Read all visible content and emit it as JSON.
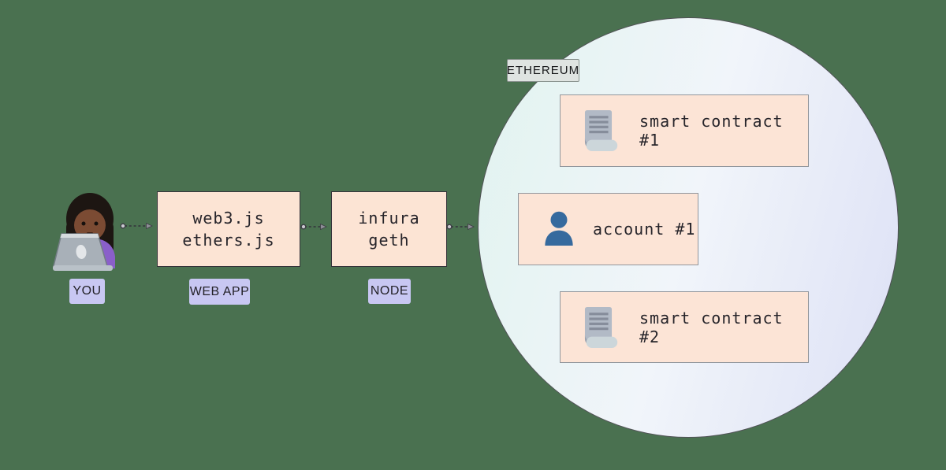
{
  "actor": {
    "label": "YOU"
  },
  "webapp_box": {
    "lines": [
      "web3.js",
      "ethers.js"
    ],
    "label": "WEB APP"
  },
  "node_box": {
    "lines": [
      "infura",
      "geth"
    ],
    "label": "NODE"
  },
  "ethereum": {
    "label": "ETHEREUM",
    "boxes": [
      {
        "icon": "receipt-icon",
        "text": "smart contract #1"
      },
      {
        "icon": "person-icon",
        "text": "account #1"
      },
      {
        "icon": "receipt-icon",
        "text": "smart contract #2"
      }
    ]
  },
  "colors": {
    "background": "#4a7150",
    "box_fill": "#fce4d4",
    "outer_box_border": "#35333a",
    "inner_box_border": "#92969c",
    "tag_bg": "#c8c7f2",
    "tag_text": "#232127",
    "ethereum_tag_bg": "#dfe4e1",
    "ethereum_tag_border": "#8a938f",
    "circle_gradient_left": "#e2f3f0",
    "circle_gradient_mid": "#f1f5fa",
    "circle_gradient_right": "#dee2f6",
    "account_icon_blue": "#366a9e",
    "receipt_icon_gray": "#b2bac6",
    "arrow_color": "#33333b"
  }
}
